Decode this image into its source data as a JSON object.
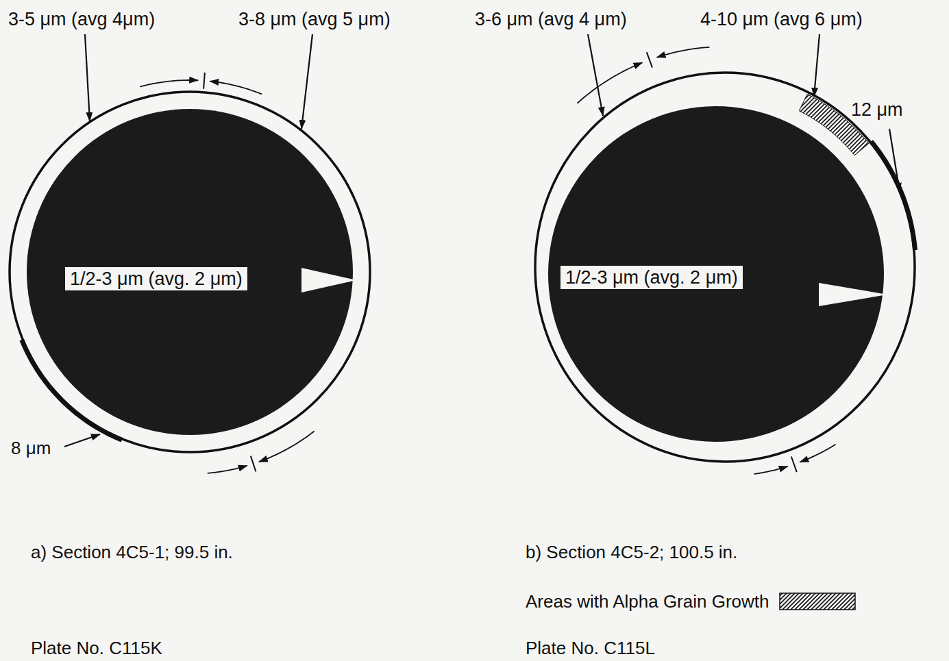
{
  "diagram": {
    "nodes": [
      {
        "text": [
          "1/2-3 μm (avg. 2 μm)"
        ]
      },
      {
        "text": [
          "1/2-3 μm (avg. 2 μm)"
        ]
      }
    ],
    "labels": [
      "3-5 μm (avg 4μm)",
      "3-8 μm (avg 5 μm)",
      "8 μm",
      "a) Section 4C5-1; 99.5 in.",
      "Plate No. C115K",
      "3-6 μm (avg 4 μm)",
      "4-10 μm (avg 6 μm)",
      "12 μm",
      "b) Section 4C5-2; 100.5 in.",
      "Plate No. C115L"
    ],
    "legend": [
      {
        "text": "Areas with Alpha Grain Growth"
      }
    ]
  }
}
